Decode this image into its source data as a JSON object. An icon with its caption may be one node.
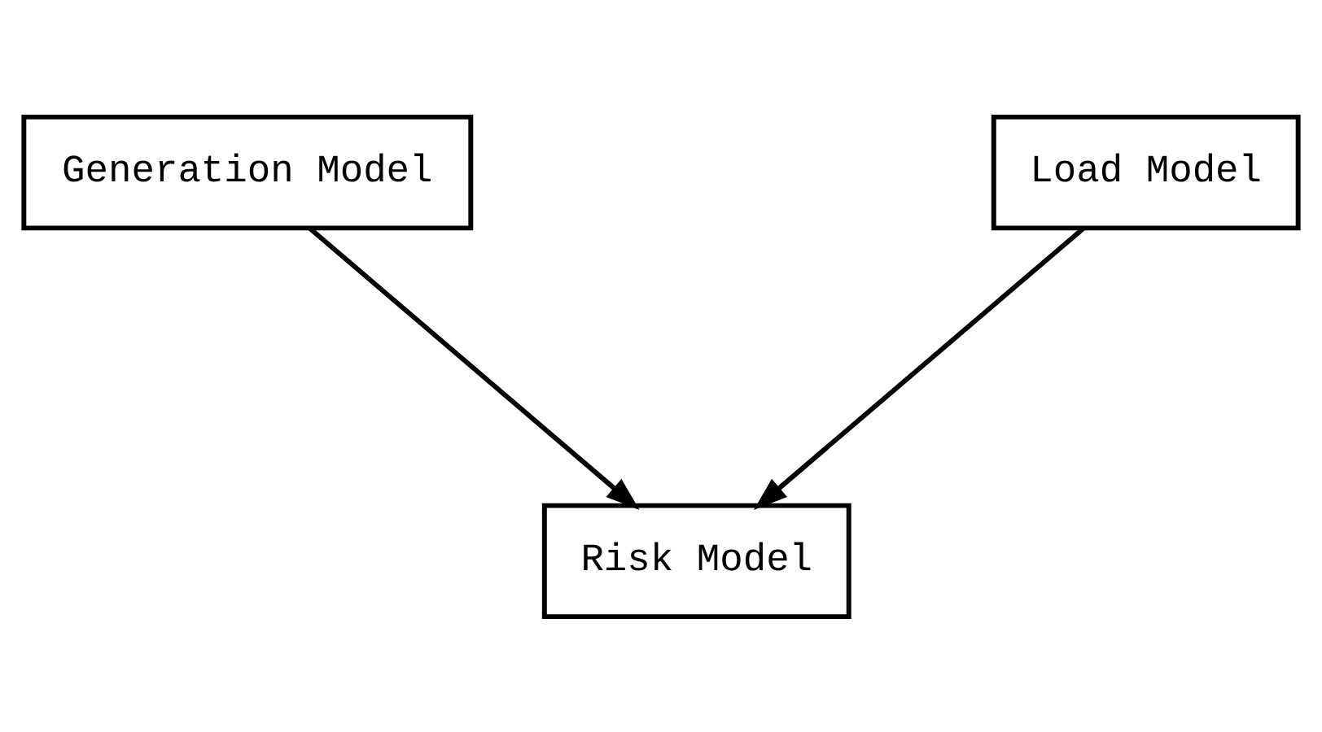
{
  "diagram": {
    "nodes": [
      {
        "text": [
          "Generation Model"
        ]
      },
      {
        "text": [
          "Load Model"
        ]
      },
      {
        "text": [
          "Risk Model"
        ]
      }
    ],
    "edges": [
      {
        "from": 0,
        "to": 2,
        "arrow": "to"
      },
      {
        "from": 1,
        "to": 2,
        "arrow": "to"
      }
    ]
  }
}
